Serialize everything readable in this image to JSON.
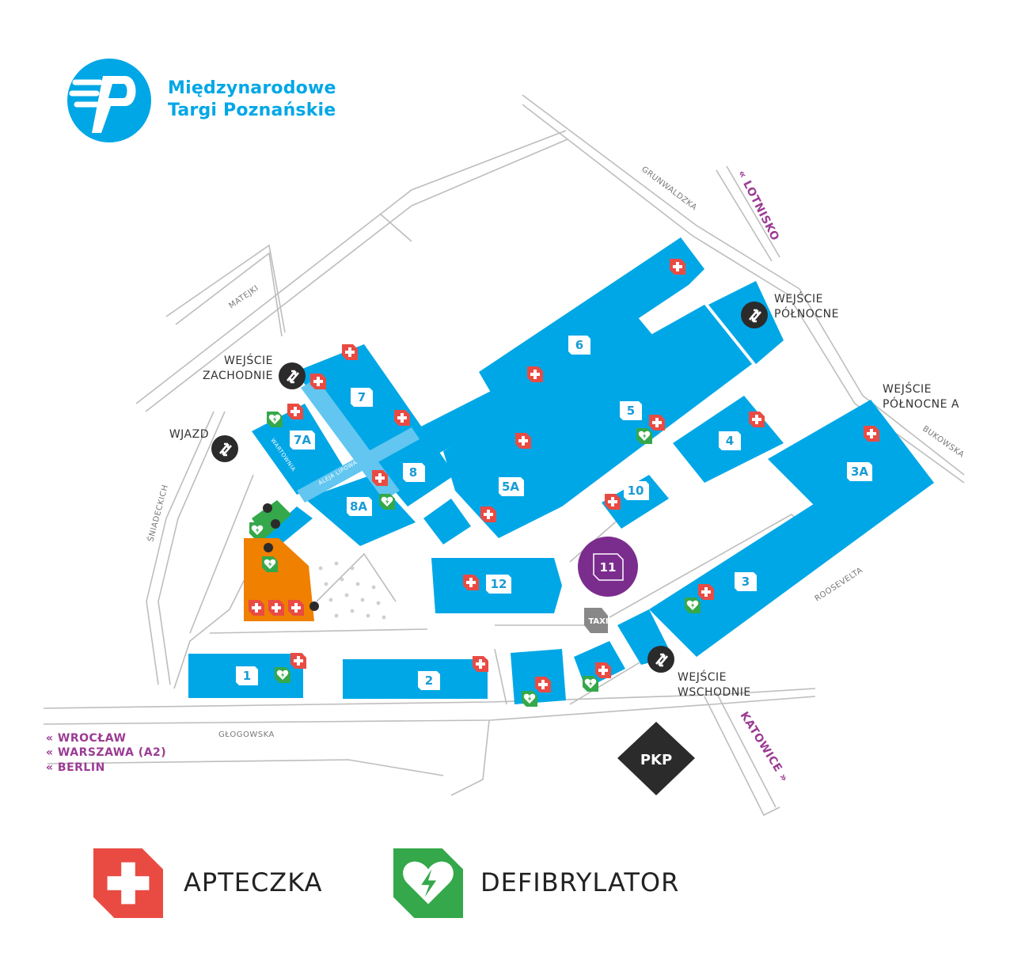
{
  "logo": {
    "line1": "Międzynarodowe",
    "line2": "Targi Poznańskie"
  },
  "colors": {
    "hall": "#00A7E6",
    "road": "#BDBDBD",
    "aid": "#E94B43",
    "aed": "#34A84A",
    "orange": "#F08000",
    "purple": "#7B2D8E",
    "dark": "#2B2B2B",
    "accent": "#9B3C93"
  },
  "streets": {
    "grunwaldzka": "GRUNWALDZKA",
    "matejki": "MATEJKI",
    "sniadeckich": "ŚNIADECKICH",
    "glogowska": "GŁOGOWSKA",
    "roosevelta": "ROOSEVELTA",
    "bukowska": "BUKOWSKA",
    "wartownia": "WARTOWNIA",
    "aleja": "ALEJA LIPOWA"
  },
  "entrances": {
    "polnocne": [
      "WEJŚCIE",
      "PÓŁNOCNE"
    ],
    "zachodnie": [
      "WEJŚCIE",
      "ZACHODNIE"
    ],
    "polnocneA": [
      "WEJŚCIE",
      "PÓŁNOCNE A"
    ],
    "wschodnie": [
      "WEJŚCIE",
      "WSCHODNIE"
    ],
    "wjazd": "WJAZD"
  },
  "destinations": {
    "lotnisko": "« LOTNISKO",
    "katowice": "KATOWICE »",
    "wroclaw": "« WROCŁAW",
    "warszawa": "« WARSZAWA (A2)",
    "berlin": "« BERLIN"
  },
  "halls": {
    "h1": "1",
    "h2": "2",
    "h3": "3",
    "h3a": "3A",
    "h4": "4",
    "h5": "5",
    "h5a": "5A",
    "h6": "6",
    "h7": "7",
    "h7a": "7A",
    "h8": "8",
    "h8a": "8A",
    "h10": "10",
    "h11": "11",
    "h12": "12"
  },
  "labels": {
    "taxi": "TAXI",
    "pkp": "PKP"
  },
  "legend": {
    "aid": "APTECZKA",
    "aed": "DEFIBRYLATOR"
  }
}
